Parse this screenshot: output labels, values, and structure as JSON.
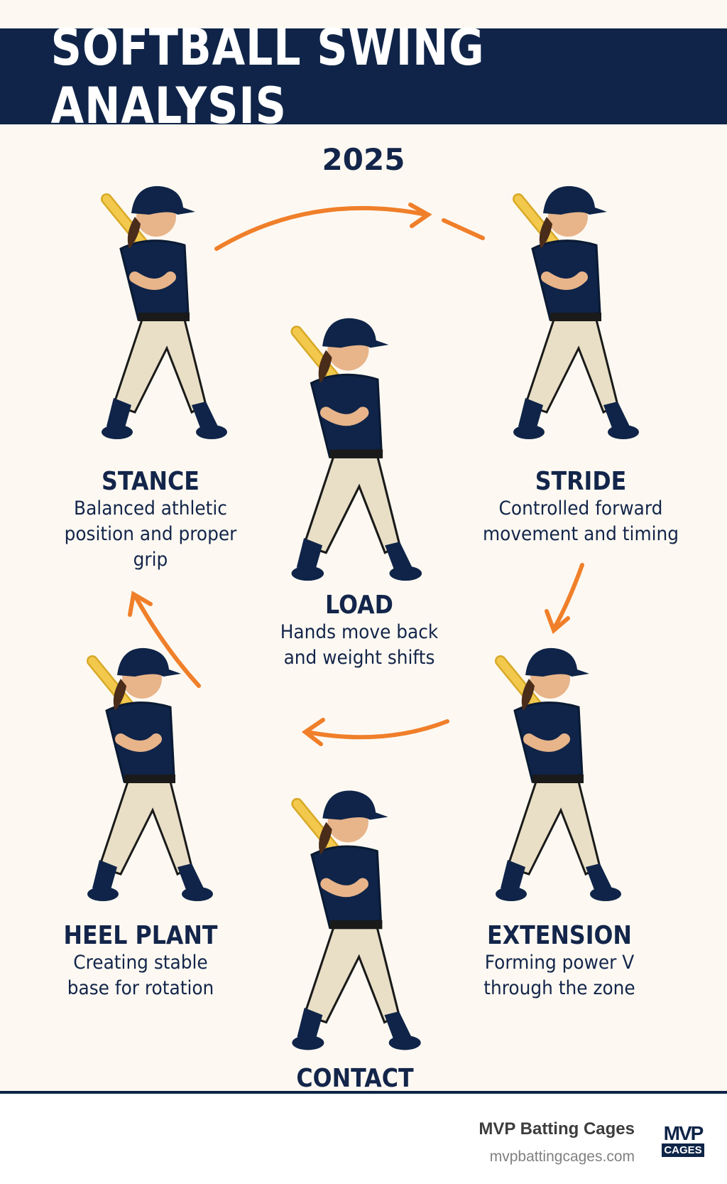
{
  "header": {
    "title": "SOFTBALL SWING ANALYSIS",
    "year": "2025"
  },
  "steps": [
    {
      "title": "STANCE",
      "desc": [
        "Balanced athletic",
        "position and proper",
        "grip"
      ]
    },
    {
      "title": "STRIDE",
      "desc": [
        "Controlled forward",
        "movement and timing"
      ]
    },
    {
      "title": "LOAD",
      "desc": [
        "Hands move back",
        "and weight shifts"
      ]
    },
    {
      "title": "HEEL PLANT",
      "desc": [
        "Creating stable",
        "base for rotation"
      ]
    },
    {
      "title": "EXTENSION",
      "desc": [
        "Forming power V",
        "through the zone"
      ]
    },
    {
      "title": "CONTACT",
      "desc": []
    }
  ],
  "footer": {
    "name": "MVP Batting Cages",
    "url": "mvpbattingcages.com",
    "logo_top": "MVP",
    "logo_bottom": "CAGES"
  },
  "colors": {
    "navy": "#0f2448",
    "arrow": "#f07f2a",
    "bat": "#f2c94c",
    "pants": "#e9dfc6"
  }
}
